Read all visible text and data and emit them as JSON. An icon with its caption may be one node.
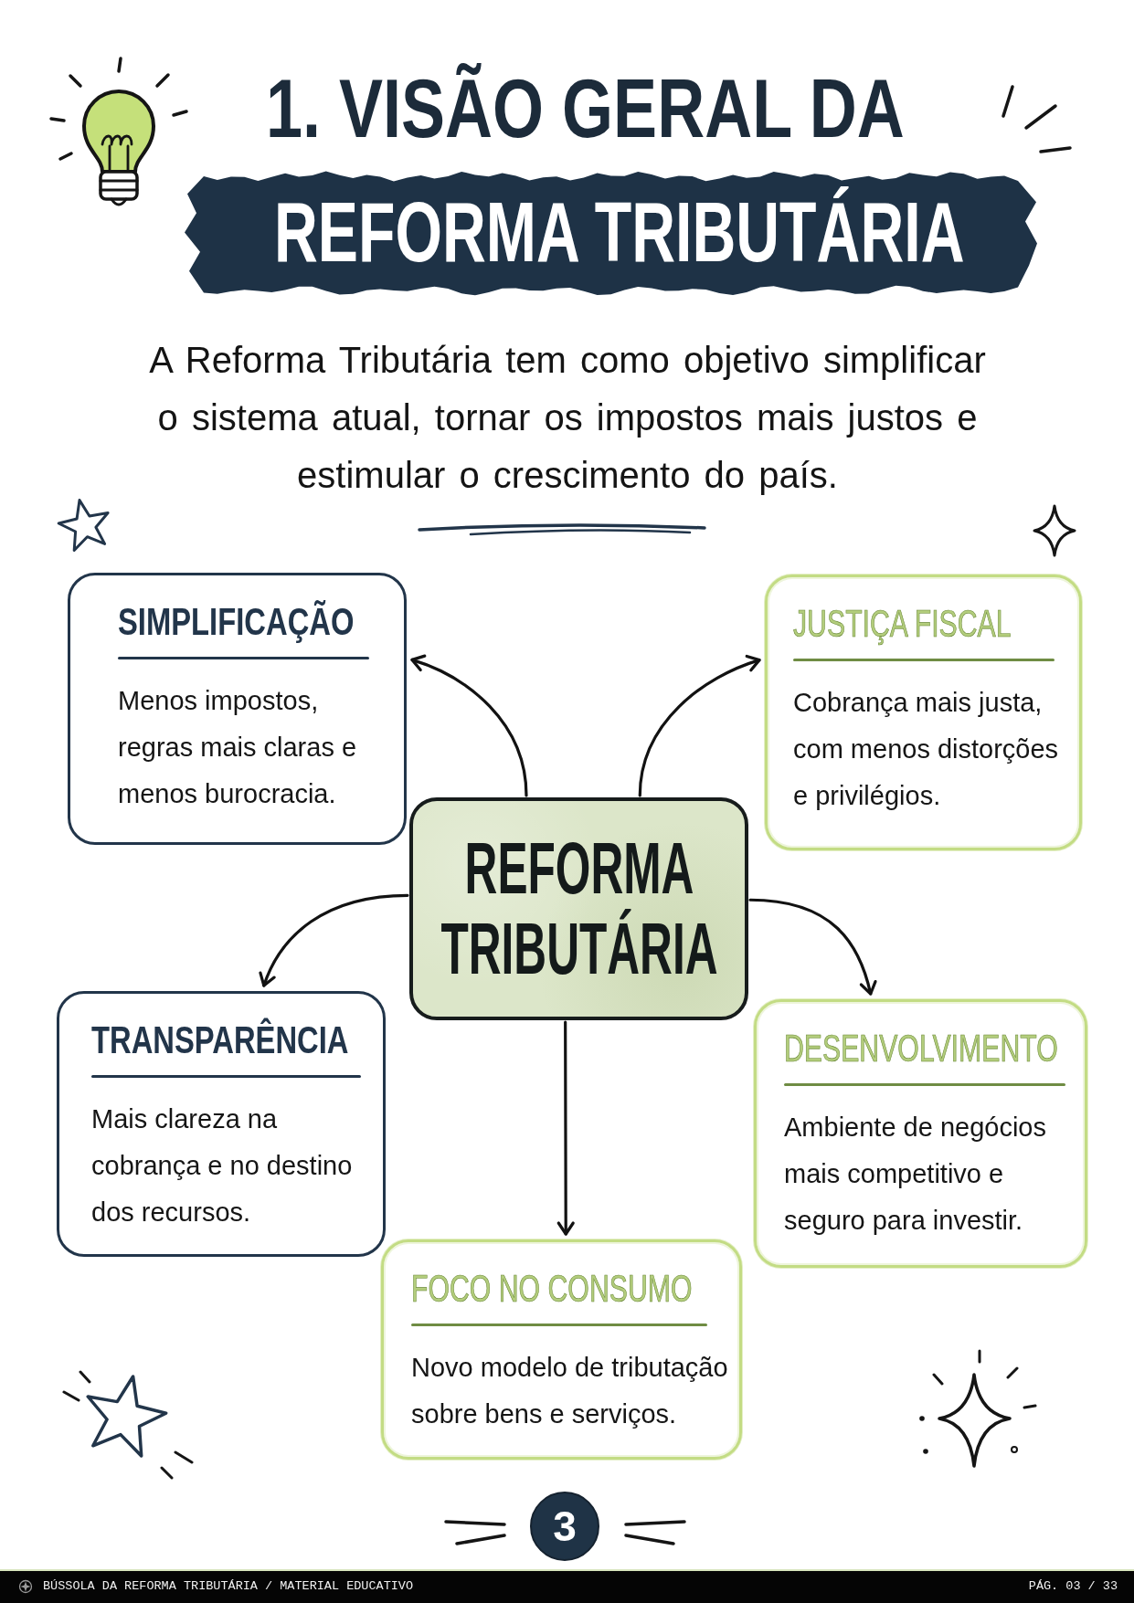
{
  "diagram": {
    "title": "1. VISÃO GERAL DA",
    "nodes": [
      {
        "text": [
          "REFORMA TRIBUTÁRIA"
        ]
      },
      {
        "text": [
          "SIMPLIFICAÇÃO",
          "Menos impostos, regras mais claras e menos burocracia."
        ]
      },
      {
        "text": [
          "JUSTIÇA FISCAL",
          "Cobrança mais justa, com menos distorções e privilégios."
        ]
      },
      {
        "text": [
          "REFORMA TRIBUTÁRIA"
        ]
      },
      {
        "text": [
          "TRANSPARÊNCIA",
          "Mais clareza na cobrança e no destino dos recursos."
        ]
      },
      {
        "text": [
          "DESENVOLVIMENTO",
          "Ambiente de negócios mais competitivo e seguro para investir."
        ]
      },
      {
        "text": [
          "FOCO NO CONSUMO",
          "Novo modelo de tributação sobre bens e serviços."
        ]
      },
      {
        "text": [
          "3"
        ]
      },
      {
        "text": [
          "BÚSSOLA DA REFORMA TRIBUTÁRIA / MATERIAL EDUCATIVO",
          "PÁG. 03 / 33"
        ]
      }
    ],
    "edges": [
      {
        "from": 3,
        "to": 1,
        "arrow": "to"
      },
      {
        "from": 3,
        "to": 2,
        "arrow": "to"
      },
      {
        "from": 3,
        "to": 4,
        "arrow": "to"
      },
      {
        "from": 3,
        "to": 5,
        "arrow": "to"
      },
      {
        "from": 3,
        "to": 6,
        "arrow": "to"
      }
    ],
    "labels": [
      "A Reforma Tributária tem como objetivo simplificar o sistema atual, tornar os impostos mais justos e estimular o crescimento do país."
    ]
  }
}
